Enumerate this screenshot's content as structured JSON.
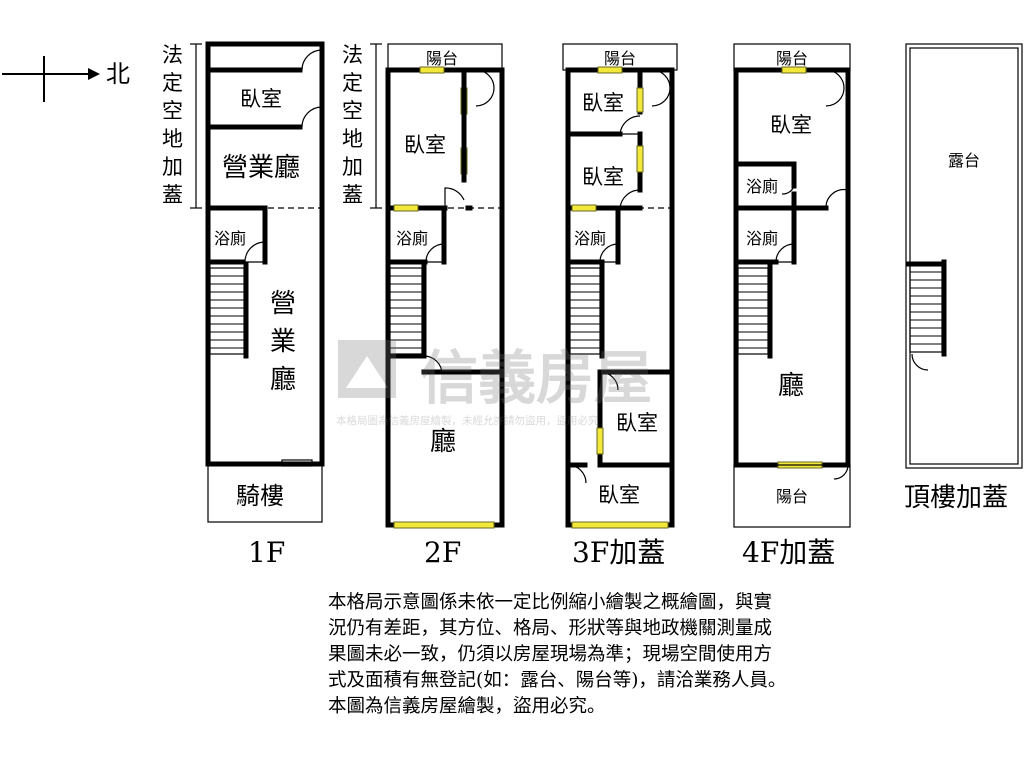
{
  "compass": {
    "label": "北"
  },
  "side_notes": {
    "f1": [
      "法",
      "定",
      "空",
      "地",
      "加",
      "蓋"
    ],
    "f2": [
      "法",
      "定",
      "空",
      "地",
      "加",
      "蓋"
    ]
  },
  "floors": [
    {
      "name": "1F",
      "rooms": {
        "bedroom": "臥室",
        "hall_top": "營業廳",
        "bath": "浴廁",
        "hall_main": "營業廳",
        "arcade": "騎樓"
      }
    },
    {
      "name": "2F",
      "rooms": {
        "balcony": "陽台",
        "bedroom": "臥室",
        "bath": "浴廁",
        "hall": "廳"
      }
    },
    {
      "name": "3F加蓋",
      "rooms": {
        "balcony": "陽台",
        "bedroom1": "臥室",
        "bedroom2": "臥室",
        "bath": "浴廁",
        "bedroom3": "臥室",
        "bedroom4": "臥室"
      }
    },
    {
      "name": "4F加蓋",
      "rooms": {
        "balcony_top": "陽台",
        "bedroom": "臥室",
        "bath1": "浴廁",
        "bath2": "浴廁",
        "hall": "廳",
        "balcony_bottom": "陽台"
      }
    },
    {
      "name": "頂樓加蓋",
      "rooms": {
        "terrace": "露台"
      }
    }
  ],
  "watermark": {
    "brand": "信義房屋",
    "note": "本格局圖為信義房屋繪製，未經允許請勿盜用，盜用必究"
  },
  "disclaimer": [
    "本格局示意圖係未依一定比例縮小繪製之概繪圖，與實",
    "況仍有差距，其方位、格局、形狀等與地政機關測量成",
    "果圖未必一致，仍須以房屋現場為準；現場空間使用方",
    "式及面積有無登記(如：露台、陽台等)，請洽業務人員。",
    "本圖為信義房屋繪製，盜用必究。"
  ]
}
